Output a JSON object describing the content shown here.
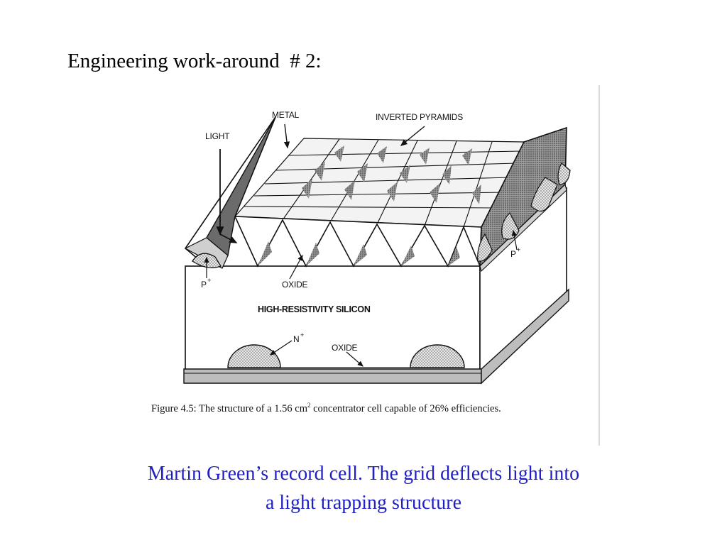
{
  "title": "Engineering work-around  # 2:",
  "figure": {
    "labels": {
      "light": "LIGHT",
      "metal": "METAL",
      "inverted_pyramids": "INVERTED PYRAMIDS",
      "p_left": "P",
      "p_right": "P",
      "p_sup": "+",
      "oxide_top": "OXIDE",
      "silicon": "HIGH-RESISTIVITY SILICON",
      "n": "N",
      "n_sup": "+",
      "oxide_bottom": "OXIDE"
    },
    "caption_prefix": "Figure 4.5:  The structure of a 1.56 cm",
    "caption_sup": "2",
    "caption_suffix": " concentrator cell capable of 26% efficiencies."
  },
  "bottom_text": {
    "line1": "Martin Green’s record cell.  The grid deflects light into",
    "line2": "a light trapping structure"
  },
  "colors": {
    "title": "#000000",
    "bottom_text": "#1f1fc4",
    "metal": "#666666",
    "pyramid_dark": "#8a8a8a",
    "outline": "#111111"
  }
}
